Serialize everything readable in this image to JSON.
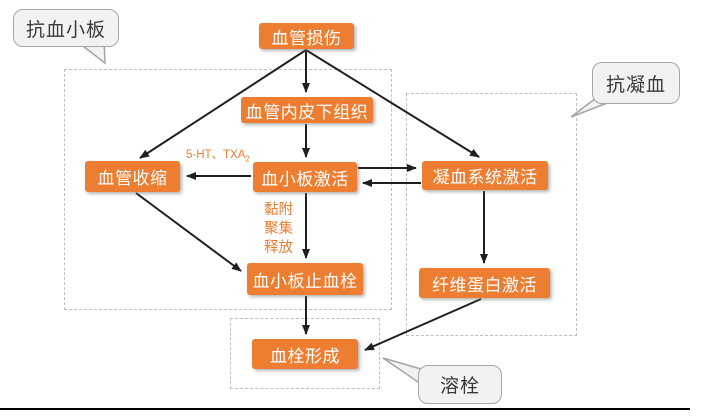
{
  "diagram": {
    "colors": {
      "node_fill": "#ED7D31",
      "node_text": "#FFFFFF",
      "accent_text": "#ED7D31",
      "callout_fill": "#F2F2F2",
      "callout_border": "#A6A6A6",
      "region_dashed_border": "#BFBFBF",
      "arrow": "#1F1F1F",
      "bottom_rule": "#000000"
    },
    "nodes": [
      {
        "id": "vessel-injury",
        "label": "血管损伤"
      },
      {
        "id": "subendothelial-tissue",
        "label": "血管内皮下组织"
      },
      {
        "id": "vasoconstriction",
        "label": "血管收缩"
      },
      {
        "id": "platelet-activation",
        "label": "血小板激活"
      },
      {
        "id": "coagulation-system-activation",
        "label": "凝血系统激活"
      },
      {
        "id": "platelet-hemostatic-plug",
        "label": "血小板止血栓"
      },
      {
        "id": "fibrin-activation",
        "label": "纤维蛋白激活"
      },
      {
        "id": "thrombus-formation",
        "label": "血栓形成"
      }
    ],
    "callouts": [
      {
        "id": "antiplatelet",
        "label": "抗血小板"
      },
      {
        "id": "anticoagulation",
        "label": "抗凝血"
      },
      {
        "id": "thrombolysis",
        "label": "溶栓"
      }
    ],
    "edge_labels": {
      "mediators_main": "5-HT、TXA",
      "mediators_subscript": "2",
      "adhesion": "黏附",
      "aggregation": "聚集",
      "release": "释放"
    }
  }
}
